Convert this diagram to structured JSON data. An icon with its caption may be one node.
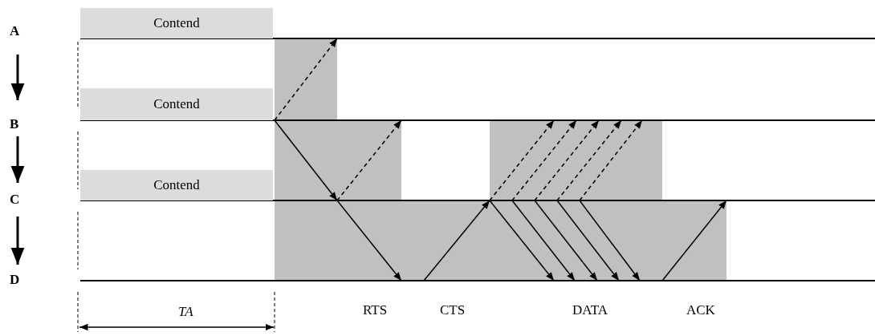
{
  "diagram": {
    "nodes": [
      {
        "text": [
          "A"
        ]
      },
      {
        "text": [
          "B"
        ]
      },
      {
        "text": [
          "C"
        ]
      },
      {
        "text": [
          "D"
        ]
      },
      {
        "text": [
          "Contend"
        ]
      },
      {
        "text": [
          "Contend"
        ]
      },
      {
        "text": [
          "Contend"
        ]
      }
    ],
    "edges": [
      {
        "from": 1,
        "to": 0,
        "arrow": "to",
        "style": "dashed"
      },
      {
        "from": 1,
        "to": 2,
        "arrow": "to"
      },
      {
        "from": 2,
        "to": 1,
        "arrow": "to",
        "style": "dashed"
      },
      {
        "from": 2,
        "to": 3,
        "arrow": "to"
      },
      {
        "from": 3,
        "to": 2,
        "arrow": "to"
      },
      {
        "from": 2,
        "to": 1,
        "arrow": "to",
        "style": "dashed"
      },
      {
        "from": 2,
        "to": 1,
        "arrow": "to",
        "style": "dashed"
      },
      {
        "from": 2,
        "to": 1,
        "arrow": "to",
        "style": "dashed"
      },
      {
        "from": 2,
        "to": 1,
        "arrow": "to",
        "style": "dashed"
      },
      {
        "from": 2,
        "to": 1,
        "arrow": "to",
        "style": "dashed"
      },
      {
        "from": 2,
        "to": 3,
        "arrow": "to"
      },
      {
        "from": 2,
        "to": 3,
        "arrow": "to"
      },
      {
        "from": 2,
        "to": 3,
        "arrow": "to"
      },
      {
        "from": 2,
        "to": 3,
        "arrow": "to"
      },
      {
        "from": 2,
        "to": 3,
        "arrow": "to"
      },
      {
        "from": 3,
        "to": 2,
        "arrow": "to"
      }
    ],
    "labels": [
      "TA",
      "RTS",
      "CTS",
      "DATA",
      "ACK"
    ]
  }
}
